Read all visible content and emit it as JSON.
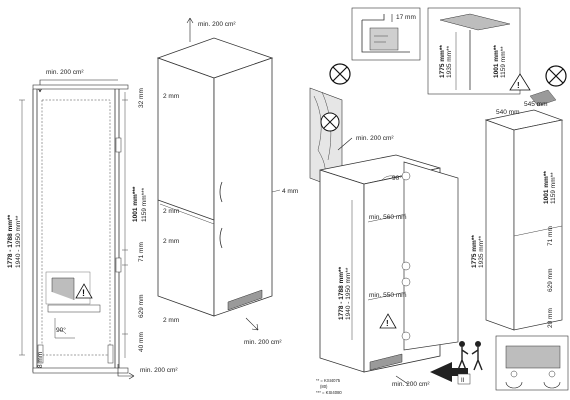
{
  "left_panel": {
    "airflow_top": "min. 200 cm²",
    "airflow_bottom": "min. 200 cm²",
    "niche_height": "1778 - 1788 mm**",
    "niche_height_alt": "1940 - 1950 mm**",
    "dim_32": "32 mm",
    "dim_1001": "1001 mm***",
    "dim_1159": "1159 mm***",
    "dim_71": "71 mm",
    "dim_629": "629 mm",
    "dim_40": "40 mm",
    "dim_8": "8 mm",
    "angle": "90°"
  },
  "cabinet_panel": {
    "airflow_top": "min. 200 cm²",
    "airflow_bottom": "min. 200 cm²",
    "dim_2mm_a": "2 mm",
    "dim_2mm_b": "2 mm",
    "dim_2mm_c": "2 mm",
    "dim_2mm_d": "2 mm",
    "dim_4mm": "4 mm"
  },
  "install_panel": {
    "airflow_top": "min. 200 cm²",
    "airflow_bottom": "min. 200 cm²",
    "niche_height": "1778 - 1788 mm**",
    "niche_height_alt": "1940 - 1950 mm**",
    "dim_560": "min. 560 mm",
    "dim_550": "min. 550 mm",
    "angle": "90°",
    "footnote_1": "** = KSI4075",
    "footnote_2": "(80)",
    "footnote_3": "*** = KSI4080"
  },
  "right_panel": {
    "dim_17": "17 mm",
    "dim_1775": "1775 mm**",
    "dim_1935": "1935 mm**",
    "dim_1001": "1001 mm**",
    "dim_1159": "1159 mm**",
    "dim_540": "540 mm",
    "dim_545": "545 mm",
    "dim_1775_b": "1775 mm**",
    "dim_1935_b": "1935 mm**",
    "dim_1001_b": "1001 mm**",
    "dim_1159_b": "1159 mm**",
    "dim_629": "629 mm",
    "dim_71": "71 mm",
    "dim_20": "20 mm"
  }
}
